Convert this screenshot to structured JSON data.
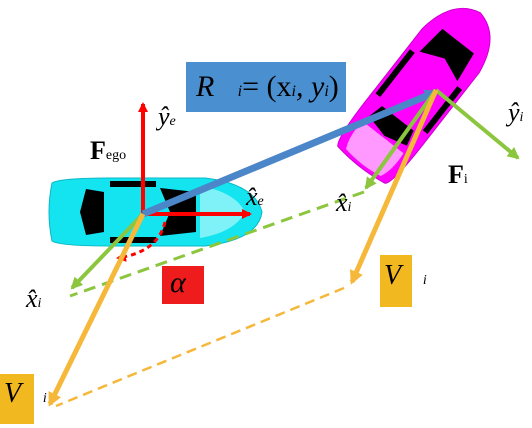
{
  "labels": {
    "ego_frame": "F",
    "ego_frame_sub": "ego",
    "ego_y_axis": "ŷ",
    "ego_y_sub": "e",
    "ego_x_axis": "x̂",
    "ego_x_sub": "e",
    "relative_position": "R⃗",
    "relative_position_sub": "i",
    "relative_position_rhs": "= (x",
    "rel_xi_sub": "i",
    "rel_comma": ", y",
    "rel_yi_sub": "i",
    "rel_close": ")",
    "other_frame": "F",
    "other_frame_sub": "i",
    "other_y_axis": "ŷ",
    "other_y_sub": "i",
    "other_x_axis_top": "x̂",
    "other_x_top_sub": "i",
    "other_x_axis_left": "x̂",
    "other_x_left_sub": "i",
    "angle": "α",
    "velocity_right": "V⃗",
    "velocity_right_sub": "i",
    "velocity_left": "V⃗",
    "velocity_left_sub": "i"
  },
  "colors": {
    "ego_car": "#14e4f0",
    "other_car": "#ff00ff",
    "axis_red": "#ff0000",
    "relpos_blue": "#4a86c8",
    "relpos_label_bg": "#4a8fd0",
    "green_axis": "#8cc63f",
    "velocity_orange": "#f5b83a",
    "velocity_label_bg": "#f2b81f",
    "angle_bg": "#ee1c1c"
  }
}
